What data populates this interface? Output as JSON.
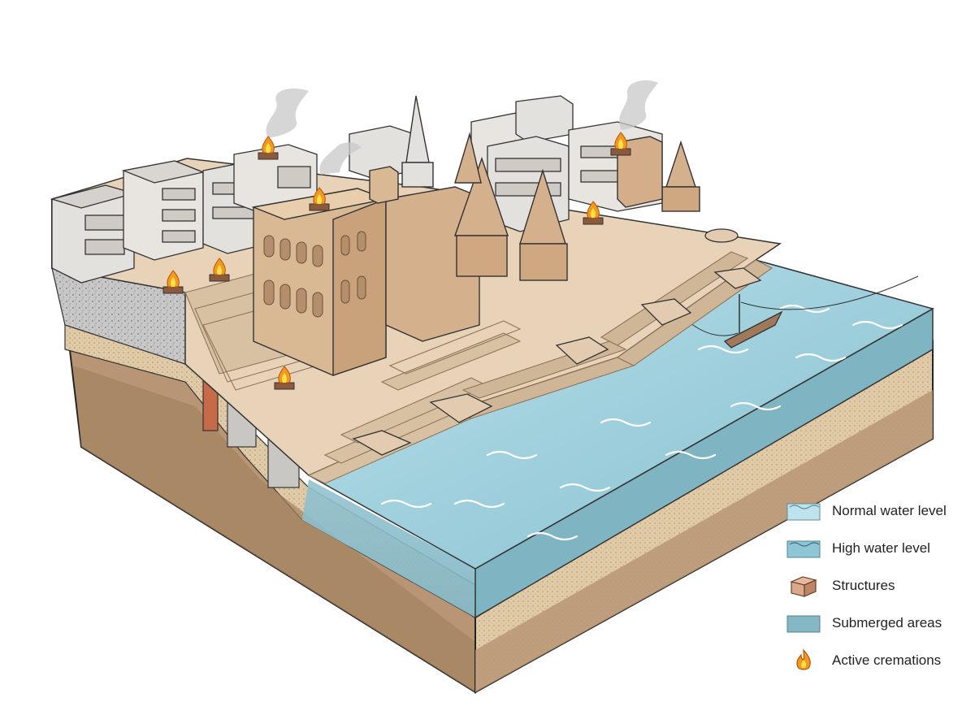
{
  "legend": {
    "items": [
      {
        "key": "normal-water",
        "label": "Normal water level",
        "icon": "water-wave-icon",
        "color": "#bfe3ee"
      },
      {
        "key": "high-water",
        "label": "High water level",
        "icon": "water-wave-icon",
        "color": "#8fc6d6"
      },
      {
        "key": "structures",
        "label": "Structures",
        "icon": "brick-block-icon",
        "color": "#d9a98a"
      },
      {
        "key": "submerged",
        "label": "Submerged areas",
        "icon": "submerged-block-icon",
        "color": "#86b7c4"
      },
      {
        "key": "cremations",
        "label": "Active cremations",
        "icon": "flame-icon",
        "color": "#f29a1f"
      }
    ]
  },
  "colors": {
    "water": "#8cc3d2",
    "water_dark": "#6fa9b8",
    "sand": "#e8d2b8",
    "stone": "#d8c1a3",
    "stone_dark": "#b79a7a",
    "building_grey": "#e3e1de",
    "soil": "#b89675",
    "soil_dark": "#a2815f",
    "sediment": "#e1cba6",
    "concrete": "#c9c7c4",
    "fire": "#f29a1f"
  }
}
